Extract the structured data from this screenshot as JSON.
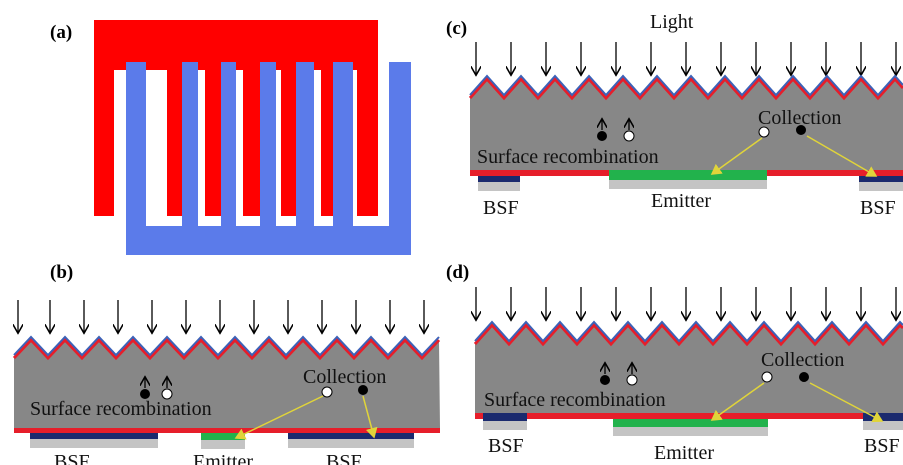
{
  "panels": {
    "a": {
      "label": "(a)",
      "colors": {
        "top_comb": "#ff0000",
        "bottom_comb": "#5b7bea"
      }
    },
    "b": {
      "label": "(b)",
      "surface_text": "Surface recombination",
      "collection": "Collection",
      "bsf": "BSF",
      "emitter": "Emitter"
    },
    "c": {
      "label": "(c)",
      "light": "Light",
      "surface_text": "Surface recombination",
      "collection": "Collection",
      "bsf": "BSF",
      "emitter": "Emitter"
    },
    "d": {
      "label": "(d)",
      "surface_text": "Surface recombination",
      "collection": "Collection",
      "bsf": "BSF",
      "emitter": "Emitter"
    }
  },
  "colors": {
    "substrate": "#878787",
    "red": "#e61e2a",
    "blue": "#3c62b8",
    "navy": "#1b2a6e",
    "green": "#22b24c",
    "silver": "#c4c4c4",
    "arrow_yellow": "#e0d43a"
  }
}
